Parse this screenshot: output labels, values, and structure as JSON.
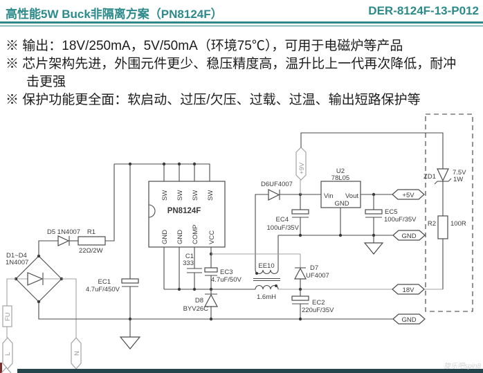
{
  "header": {
    "title": "高性能5W Buck非隔离方案（PN8124F）",
    "doc_number": "DER-8124F-13-P012"
  },
  "features": [
    {
      "marker": "※",
      "text": "输出：18V/250mA，5V/50mA（环境75℃），可用于电磁炉等产品"
    },
    {
      "marker": "※",
      "text": "芯片架构先进，外围元件更少、稳压精度高，温升比上一代再次降低，耐冲击更强"
    },
    {
      "marker": "※",
      "text": "保护功能更全面：软启动、过压/欠压、过载、过温、输出短路保护等"
    }
  ],
  "schematic": {
    "ic": {
      "name": "PN8124F",
      "pin_sw": "SW",
      "pin_gnd": "GND",
      "pin_comp": "COMP",
      "pin_vcc": "VCC"
    },
    "regulator": {
      "ref": "U2",
      "part": "78L05",
      "vin": "Vin",
      "vout": "Vout",
      "gnd": "GND"
    },
    "fuse": {
      "ref": "FU"
    },
    "bridge": {
      "ref": "D1~D4",
      "part": "1N4007"
    },
    "d5": {
      "label": "D5 1N4007"
    },
    "r1": {
      "ref": "R1",
      "value": "22Ω/2W"
    },
    "ec1": {
      "ref": "EC1",
      "value": "4.7uF/450V"
    },
    "c1": {
      "ref": "C1",
      "value": "333"
    },
    "ec3": {
      "ref": "EC3",
      "value": "4.7uF/50V"
    },
    "d8": {
      "ref": "D8",
      "part": "BYV26C"
    },
    "transformer": {
      "ref": "EE10",
      "inductance": "1.6mH"
    },
    "d7": {
      "ref": "D7",
      "part": "UF4007"
    },
    "ec2": {
      "ref": "EC2",
      "value": "220uF/35V"
    },
    "d6": {
      "label": "D6UF4007"
    },
    "ec4": {
      "ref": "EC4",
      "value": "100uF/35V"
    },
    "ec5": {
      "ref": "EC5",
      "value": "100uF/35V"
    },
    "zd1": {
      "ref": "ZD1",
      "voltage": "7.5V",
      "power": "1W"
    },
    "r2": {
      "ref": "R2",
      "value": "100R"
    },
    "nets": {
      "live": "L",
      "neutral": "N",
      "aux": "+9V",
      "v5": "+5V",
      "gnd_a": "GND",
      "v18": "18V",
      "gnd_b": "GND"
    }
  },
  "watermark": "旋乐吧spin8",
  "colors": {
    "accent": "#2d8a8a",
    "wire": "#4a4a4a",
    "wire_gray": "#a2a2a2",
    "footer_bar": "#24454c"
  }
}
